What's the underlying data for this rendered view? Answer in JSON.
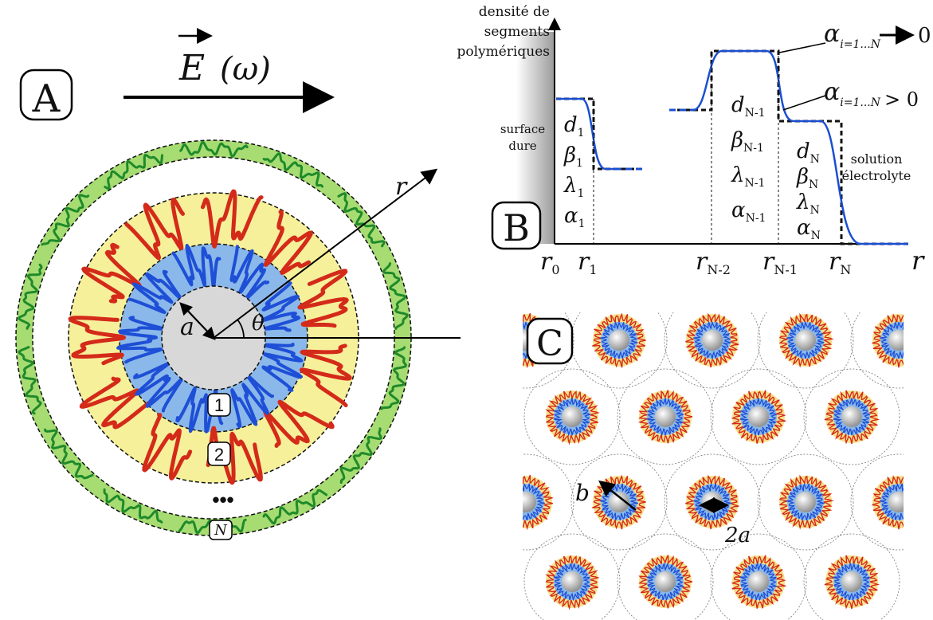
{
  "panel_a": {
    "label": "A",
    "field_symbol": "E",
    "field_arg": "(ω)",
    "radius_label": "r",
    "core_label": "a",
    "angle_label": "θ",
    "layer_labels": [
      "1",
      "2",
      "N"
    ],
    "ellipsis": "•••",
    "colors": {
      "core": "#d8d8d8",
      "layer1": "#8ab8ea",
      "layer2": "#f6f09a",
      "layerN": "#a6dc72",
      "chain1": "#1e4fd6",
      "chain2": "#d42a1a",
      "chainN": "#1f8a2a"
    }
  },
  "panel_b": {
    "label": "B",
    "y_axis_title": [
      "densité de",
      "segments",
      "polymériques"
    ],
    "x_axis_label": "r",
    "surface_label": [
      "surface",
      "dure"
    ],
    "solution_label": [
      "solution",
      "électrolyte"
    ],
    "x_ticks": [
      {
        "base": "r",
        "sub": "0"
      },
      {
        "base": "r",
        "sub": "1"
      },
      {
        "base": "r",
        "sub": "N-2"
      },
      {
        "base": "r",
        "sub": "N-1"
      },
      {
        "base": "r",
        "sub": "N"
      }
    ],
    "params_1": [
      {
        "base": "d",
        "sub": "1"
      },
      {
        "base": "β",
        "sub": "1"
      },
      {
        "base": "λ",
        "sub": "1"
      },
      {
        "base": "α",
        "sub": "1"
      }
    ],
    "params_n1": [
      {
        "base": "d",
        "sub": "N-1"
      },
      {
        "base": "β",
        "sub": "N-1"
      },
      {
        "base": "λ",
        "sub": "N-1"
      },
      {
        "base": "α",
        "sub": "N-1"
      }
    ],
    "params_n": [
      {
        "base": "d",
        "sub": "N"
      },
      {
        "base": "β",
        "sub": "N"
      },
      {
        "base": "λ",
        "sub": "N"
      },
      {
        "base": "α",
        "sub": "N"
      }
    ],
    "annot_top": {
      "base": "α",
      "sub": "i=1...N",
      "tail": "0"
    },
    "annot_mid": {
      "base": "α",
      "sub": "i=1...N",
      "tail": "> 0"
    },
    "colors": {
      "curve": "#1a4fd1",
      "step": "#111111"
    }
  },
  "panel_c": {
    "label": "C",
    "cell_label": "b",
    "diameter_label": "2a"
  }
}
